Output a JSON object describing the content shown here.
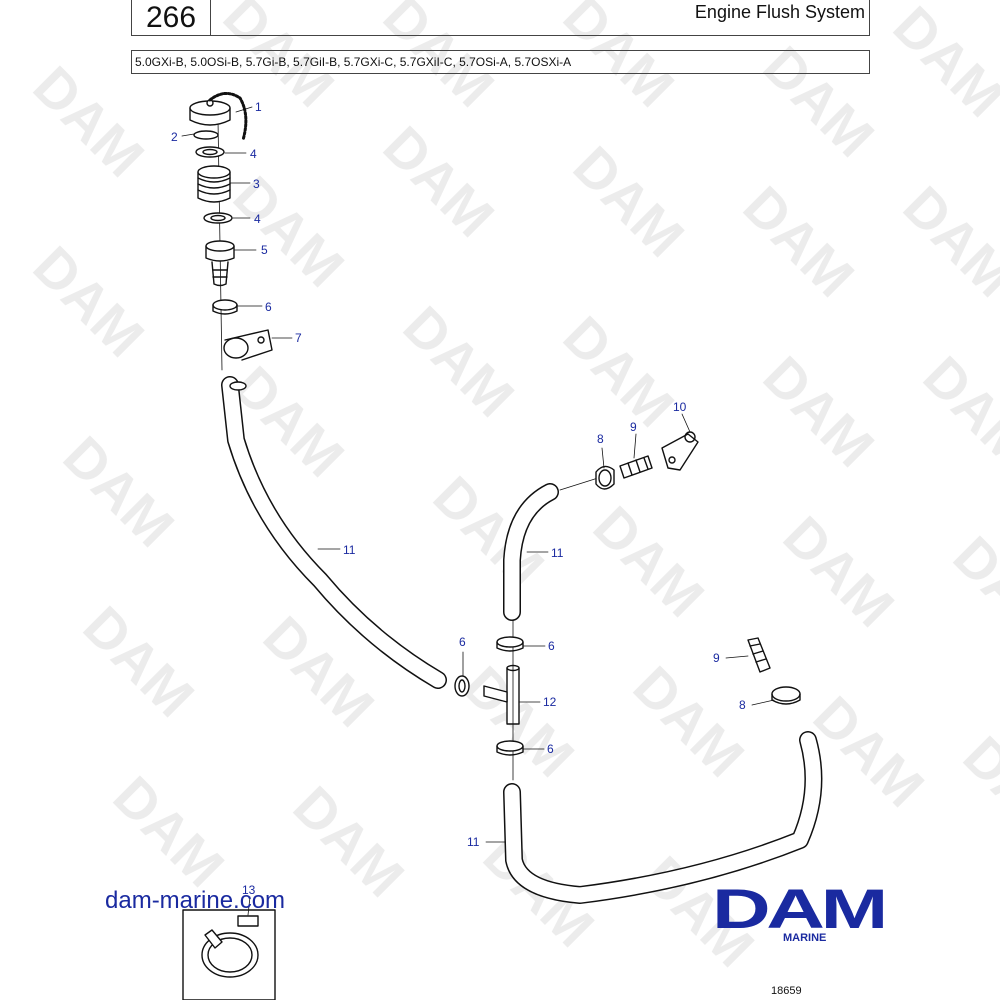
{
  "header": {
    "page_number": "266",
    "title": "Engine Flush System",
    "models": "5.0GXi-B, 5.0OSi-B, 5.7Gi-B, 5.7GiI-B, 5.7GXi-C, 5.7GXiI-C, 5.7OSi-A, 5.7OSXi-A"
  },
  "watermark": "DAM",
  "callouts": [
    {
      "n": "1"
    },
    {
      "n": "2"
    },
    {
      "n": "4"
    },
    {
      "n": "3"
    },
    {
      "n": "4"
    },
    {
      "n": "5"
    },
    {
      "n": "6"
    },
    {
      "n": "7"
    },
    {
      "n": "10"
    },
    {
      "n": "8"
    },
    {
      "n": "9"
    },
    {
      "n": "11"
    },
    {
      "n": "11"
    },
    {
      "n": "6"
    },
    {
      "n": "6"
    },
    {
      "n": "12"
    },
    {
      "n": "6"
    },
    {
      "n": "9"
    },
    {
      "n": "8"
    },
    {
      "n": "11"
    },
    {
      "n": "13"
    }
  ],
  "footer": {
    "site": "dam-marine.com",
    "brand": "DAM",
    "brand_sub": "MARINE",
    "figure_number": "18659"
  },
  "colors": {
    "callout": "#1a2aa0",
    "brand": "#1a2aa0",
    "line": "#111111"
  }
}
